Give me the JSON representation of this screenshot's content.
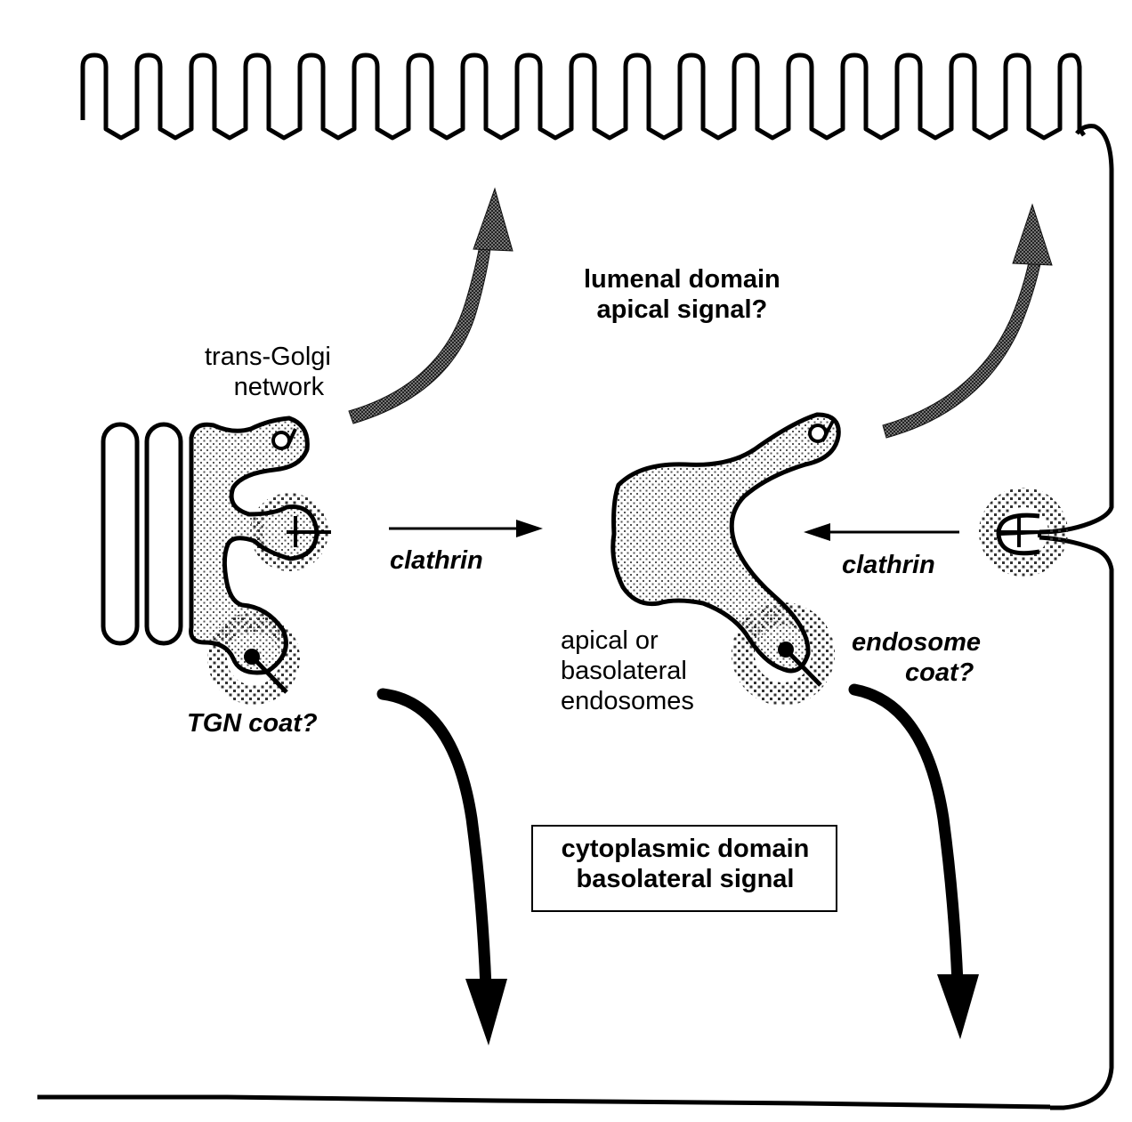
{
  "labels": {
    "tgn_line1": "trans-Golgi",
    "tgn_line2": "network",
    "lumenal_line1": "lumenal domain",
    "lumenal_line2": "apical signal?",
    "clathrin_left": "clathrin",
    "clathrin_right": "clathrin",
    "tgn_coat": "TGN coat?",
    "endo_line1": "apical or",
    "endo_line2": "basolateral",
    "endo_line3": "endosomes",
    "endocoat_line1": "endosome",
    "endocoat_line2": "coat?",
    "cyto_line1": "cytoplasmic domain",
    "cyto_line2": "basolateral signal"
  }
}
